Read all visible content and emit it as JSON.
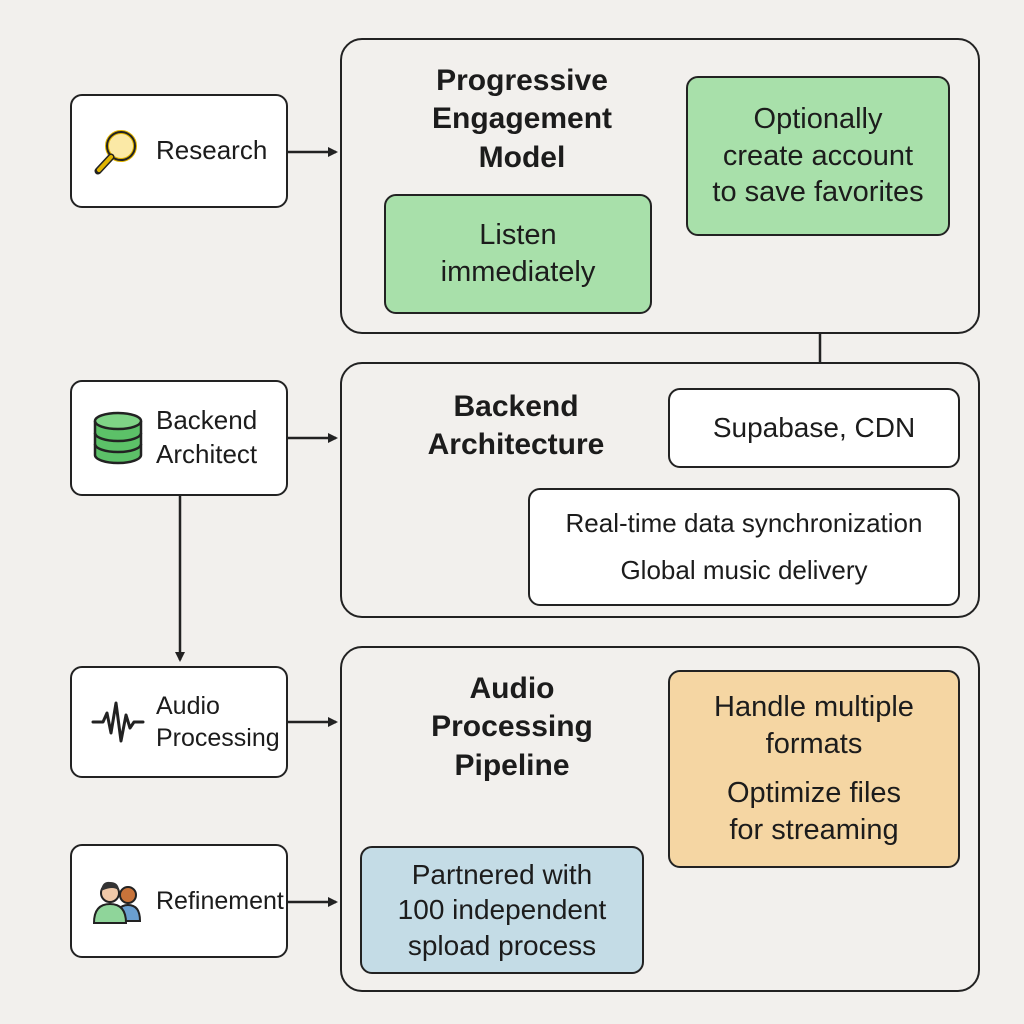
{
  "roles": {
    "research": {
      "label": "Research",
      "icon": "magnifier-icon"
    },
    "backend": {
      "label": "Backend\nArchitect",
      "icon": "database-icon"
    },
    "audio": {
      "label": "Audio\nProcessing",
      "icon": "waveform-icon"
    },
    "refinement": {
      "label": "Refinement",
      "icon": "people-icon"
    }
  },
  "panels": {
    "engagement": {
      "title": "Progressive\nEngagement\nModel",
      "listen": "Listen\nimmediately",
      "account": "Optionally\ncreate account\nto save favorites"
    },
    "backend": {
      "title": "Backend\nArchitecture",
      "stack": "Supabase, CDN",
      "feature_1": "Real-time data synchronization",
      "feature_2": "Global music delivery"
    },
    "audio": {
      "title": "Audio\nProcessing\nPipeline",
      "formats_1": "Handle multiple\nformats",
      "formats_2": "Optimize files\nfor streaming",
      "partner": "Partnered with\n100 independent\nspload process"
    }
  },
  "colors": {
    "background": "#f2f0ed",
    "green": "#a8e0aa",
    "orange": "#f5d6a3",
    "blue": "#c4dce6",
    "line": "#222222"
  }
}
